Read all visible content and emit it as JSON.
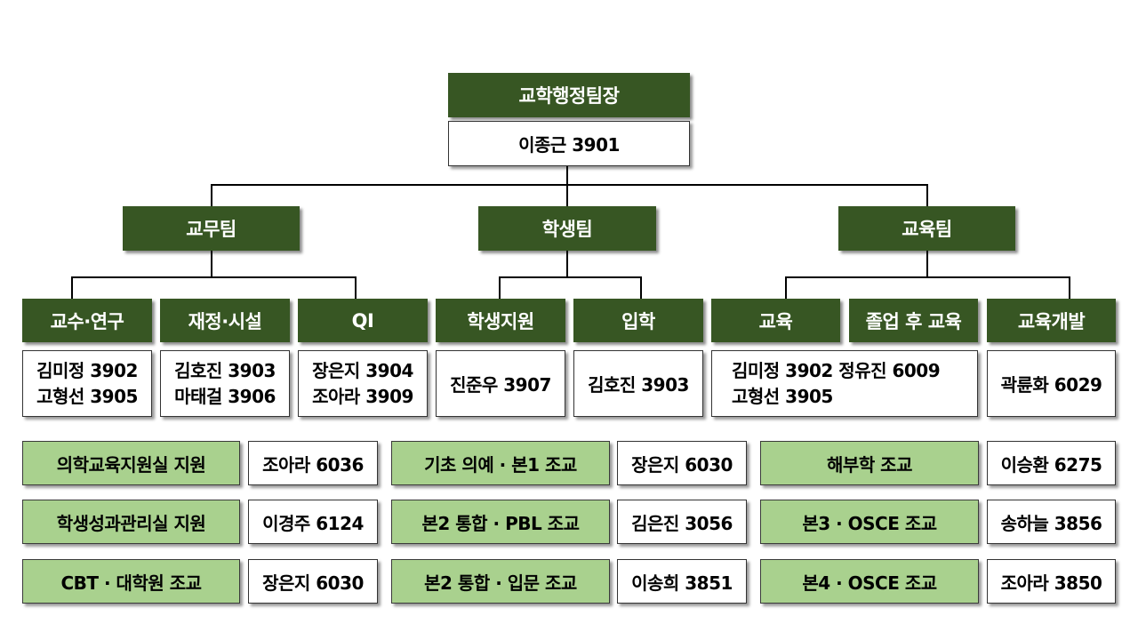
{
  "head": {
    "title": "교학행정팀장",
    "person": "이종근  3901"
  },
  "teams": [
    "교무팀",
    "학생팀",
    "교육팀"
  ],
  "units": [
    "교수·연구",
    "재정·시설",
    "QI",
    "학생지원",
    "입학",
    "교육",
    "졸업 후 교육",
    "교육개발"
  ],
  "staff": {
    "kyosu": [
      "김미정 3902",
      "고형선 3905"
    ],
    "jaejeong": [
      "김호진 3903",
      "마태걸 3906"
    ],
    "qi": [
      "장은지 3904",
      "조아라 3909"
    ],
    "haksaeng": "진준우 3907",
    "iphak": "김호진 3903",
    "gyoyuk": [
      "김미정 3902 정유진 6009",
      "고형선 3905"
    ],
    "gaebal": "곽륜화 6029"
  },
  "assistants": [
    {
      "role": "의학교육지원실 지원",
      "person": "조아라 6036"
    },
    {
      "role": "학생성과관리실 지원",
      "person": "이경주 6124"
    },
    {
      "role": "CBT · 대학원 조교",
      "person": "장은지 6030"
    },
    {
      "role": "기초 의예 · 본1 조교",
      "person": "장은지 6030"
    },
    {
      "role": "본2 통합 · PBL 조교",
      "person": "김은진 3056"
    },
    {
      "role": "본2 통합 · 입문 조교",
      "person": "이송희 3851"
    },
    {
      "role": "해부학 조교",
      "person": "이승환 6275"
    },
    {
      "role": "본3 · OSCE 조교",
      "person": "송하늘 3856"
    },
    {
      "role": "본4  · OSCE 조교",
      "person": "조아라 3850"
    }
  ]
}
